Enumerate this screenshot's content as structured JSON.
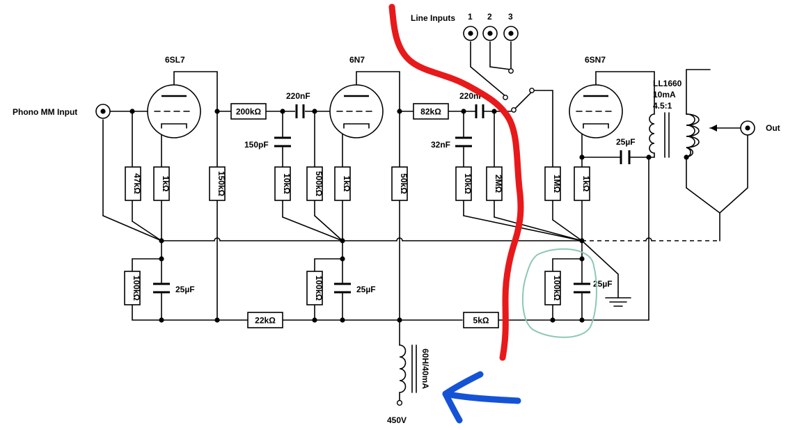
{
  "tubes": {
    "t1": "6SL7",
    "t2": "6N7",
    "t3": "6SN7"
  },
  "io": {
    "phono": "Phono MM Input",
    "line_inputs": "Line Inputs",
    "jack1": "1",
    "jack2": "2",
    "jack3": "3",
    "out": "Out",
    "supply": "450V"
  },
  "transformer": {
    "name": "LL1660",
    "current": "10mA",
    "ratio": "4.5:1"
  },
  "choke": "60H/40mA",
  "resistors": {
    "r_47k": "47kΩ",
    "r_1k_a": "1kΩ",
    "r_150k": "150kΩ",
    "r_200k": "200kΩ",
    "r_10k_a": "10kΩ",
    "r_500k": "500kΩ",
    "r_1k_b": "1kΩ",
    "r_50k": "50kΩ",
    "r_82k": "82kΩ",
    "r_10k_b": "10kΩ",
    "r_2m": "2MΩ",
    "r_1m": "1MΩ",
    "r_1k_c": "1kΩ",
    "r_100k_a": "100kΩ",
    "r_100k_b": "100kΩ",
    "r_100k_c": "100kΩ",
    "r_22k": "22kΩ",
    "r_5k": "5kΩ"
  },
  "capacitors": {
    "c_220n_a": "220nF",
    "c_150p": "150pF",
    "c_220n_b": "220nF",
    "c_32n": "32nF",
    "c_25u_out": "25µF",
    "c_25u_a": "25µF",
    "c_25u_b": "25µF",
    "c_25u_c": "25µF"
  },
  "annotation_colors": {
    "red_line": "#e8191a",
    "blue_arrow": "#1553d6",
    "green_circle": "#8cc8b4"
  }
}
